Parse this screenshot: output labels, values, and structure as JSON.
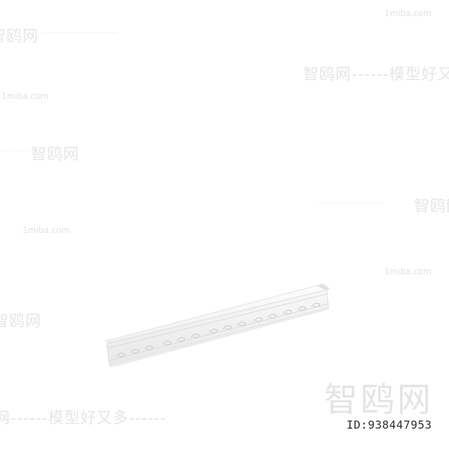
{
  "watermarks": {
    "site": "1miba.com",
    "cn_short": "智鸥网",
    "cn_long": "智鸥网------模型好又多",
    "cn_bottom": "网------模型好又多------"
  },
  "logo": "智鸥网",
  "id_label": "ID:938447953",
  "colors": {
    "background": "#ffffff",
    "molding_light": "#f4f4f4",
    "molding_shadow": "#d8d8d8",
    "id_text": "#303030"
  }
}
